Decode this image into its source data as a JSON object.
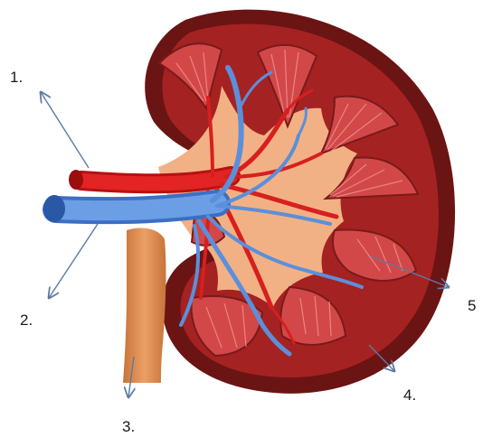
{
  "labels": {
    "one": "1.",
    "two": "2.",
    "three": "3.",
    "four": "4.",
    "five": "5"
  },
  "colors": {
    "capsule": "#6b1414",
    "cortex": "#a52222",
    "pyramid": "#d24848",
    "pelvis": "#f2b184",
    "artery": "#d81f1f",
    "vein": "#5b8fdb",
    "ureter": "#e1904f",
    "arrow": "#5c7aa3"
  }
}
